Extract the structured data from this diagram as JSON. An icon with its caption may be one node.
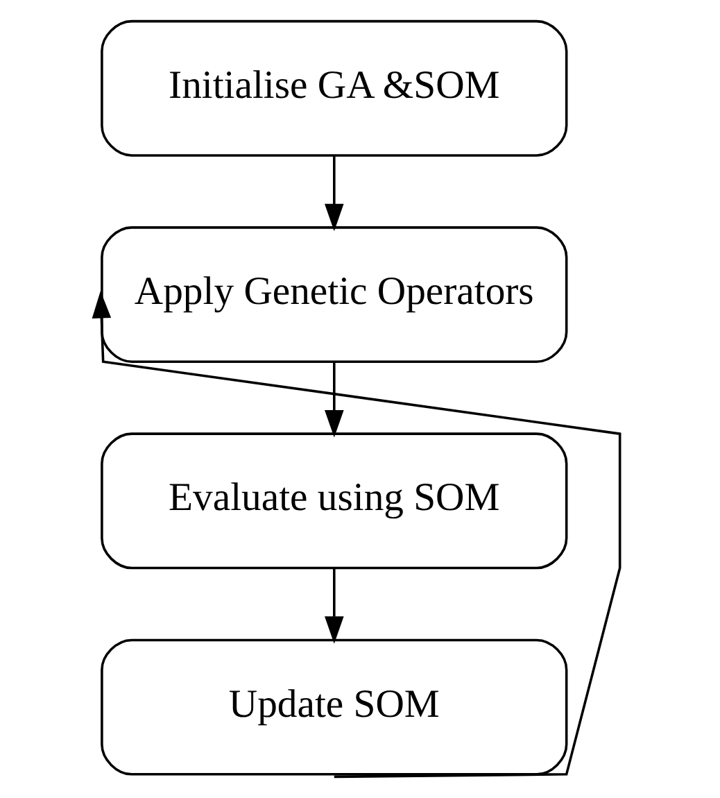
{
  "diagram": {
    "nodes": [
      {
        "text": [
          "Initialise GA &SOM"
        ]
      },
      {
        "text": [
          "Apply Genetic Operators"
        ]
      },
      {
        "text": [
          "Evaluate using SOM"
        ]
      },
      {
        "text": [
          "Update SOM"
        ]
      }
    ],
    "edges": [
      {
        "from": 0,
        "to": 1,
        "arrow": "to"
      },
      {
        "from": 1,
        "to": 2,
        "arrow": "to"
      },
      {
        "from": 2,
        "to": 3,
        "arrow": "to"
      },
      {
        "from": 3,
        "to": 1,
        "arrow": "to"
      }
    ]
  }
}
